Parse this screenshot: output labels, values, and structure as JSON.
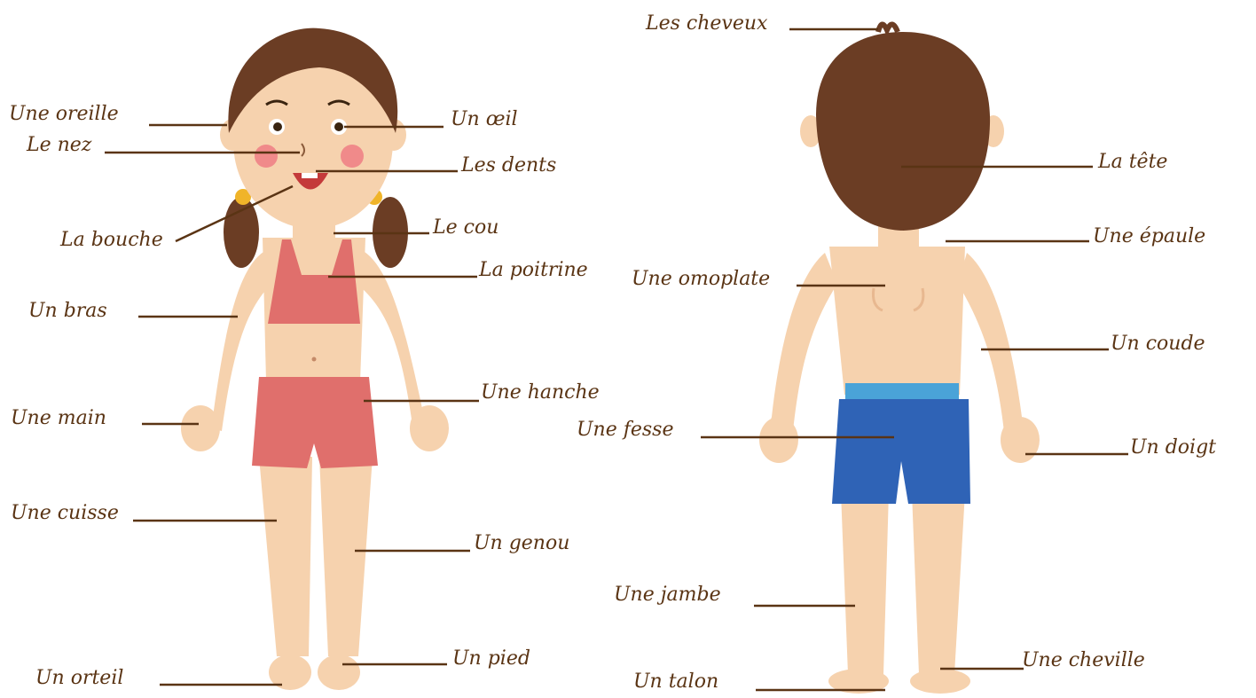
{
  "colors": {
    "label_text": "#5a3414",
    "leader_line": "#5a3414",
    "skin": "#f6d2ae",
    "hair": "#6b3d24",
    "top_and_shorts": "#e06f6c",
    "back_shorts": "#2f63b6",
    "waistband": "#4aa3d8"
  },
  "labels": {
    "oreille": "Une oreille",
    "nez": "Le nez",
    "bouche": "La bouche",
    "bras": "Un bras",
    "main": "Une main",
    "cuisse": "Une cuisse",
    "orteil": "Un orteil",
    "oeil": "Un œil",
    "dents": "Les dents",
    "cou": "Le cou",
    "poitrine": "La poitrine",
    "hanche": "Une hanche",
    "genou": "Un genou",
    "pied": "Un pied",
    "cheveux": "Les cheveux",
    "tete": "La tête",
    "epaule": "Une épaule",
    "omoplate": "Une omoplate",
    "coude": "Un coude",
    "fesse": "Une fesse",
    "doigt": "Un doigt",
    "jambe": "Une jambe",
    "talon": "Un talon",
    "cheville": "Une cheville"
  }
}
